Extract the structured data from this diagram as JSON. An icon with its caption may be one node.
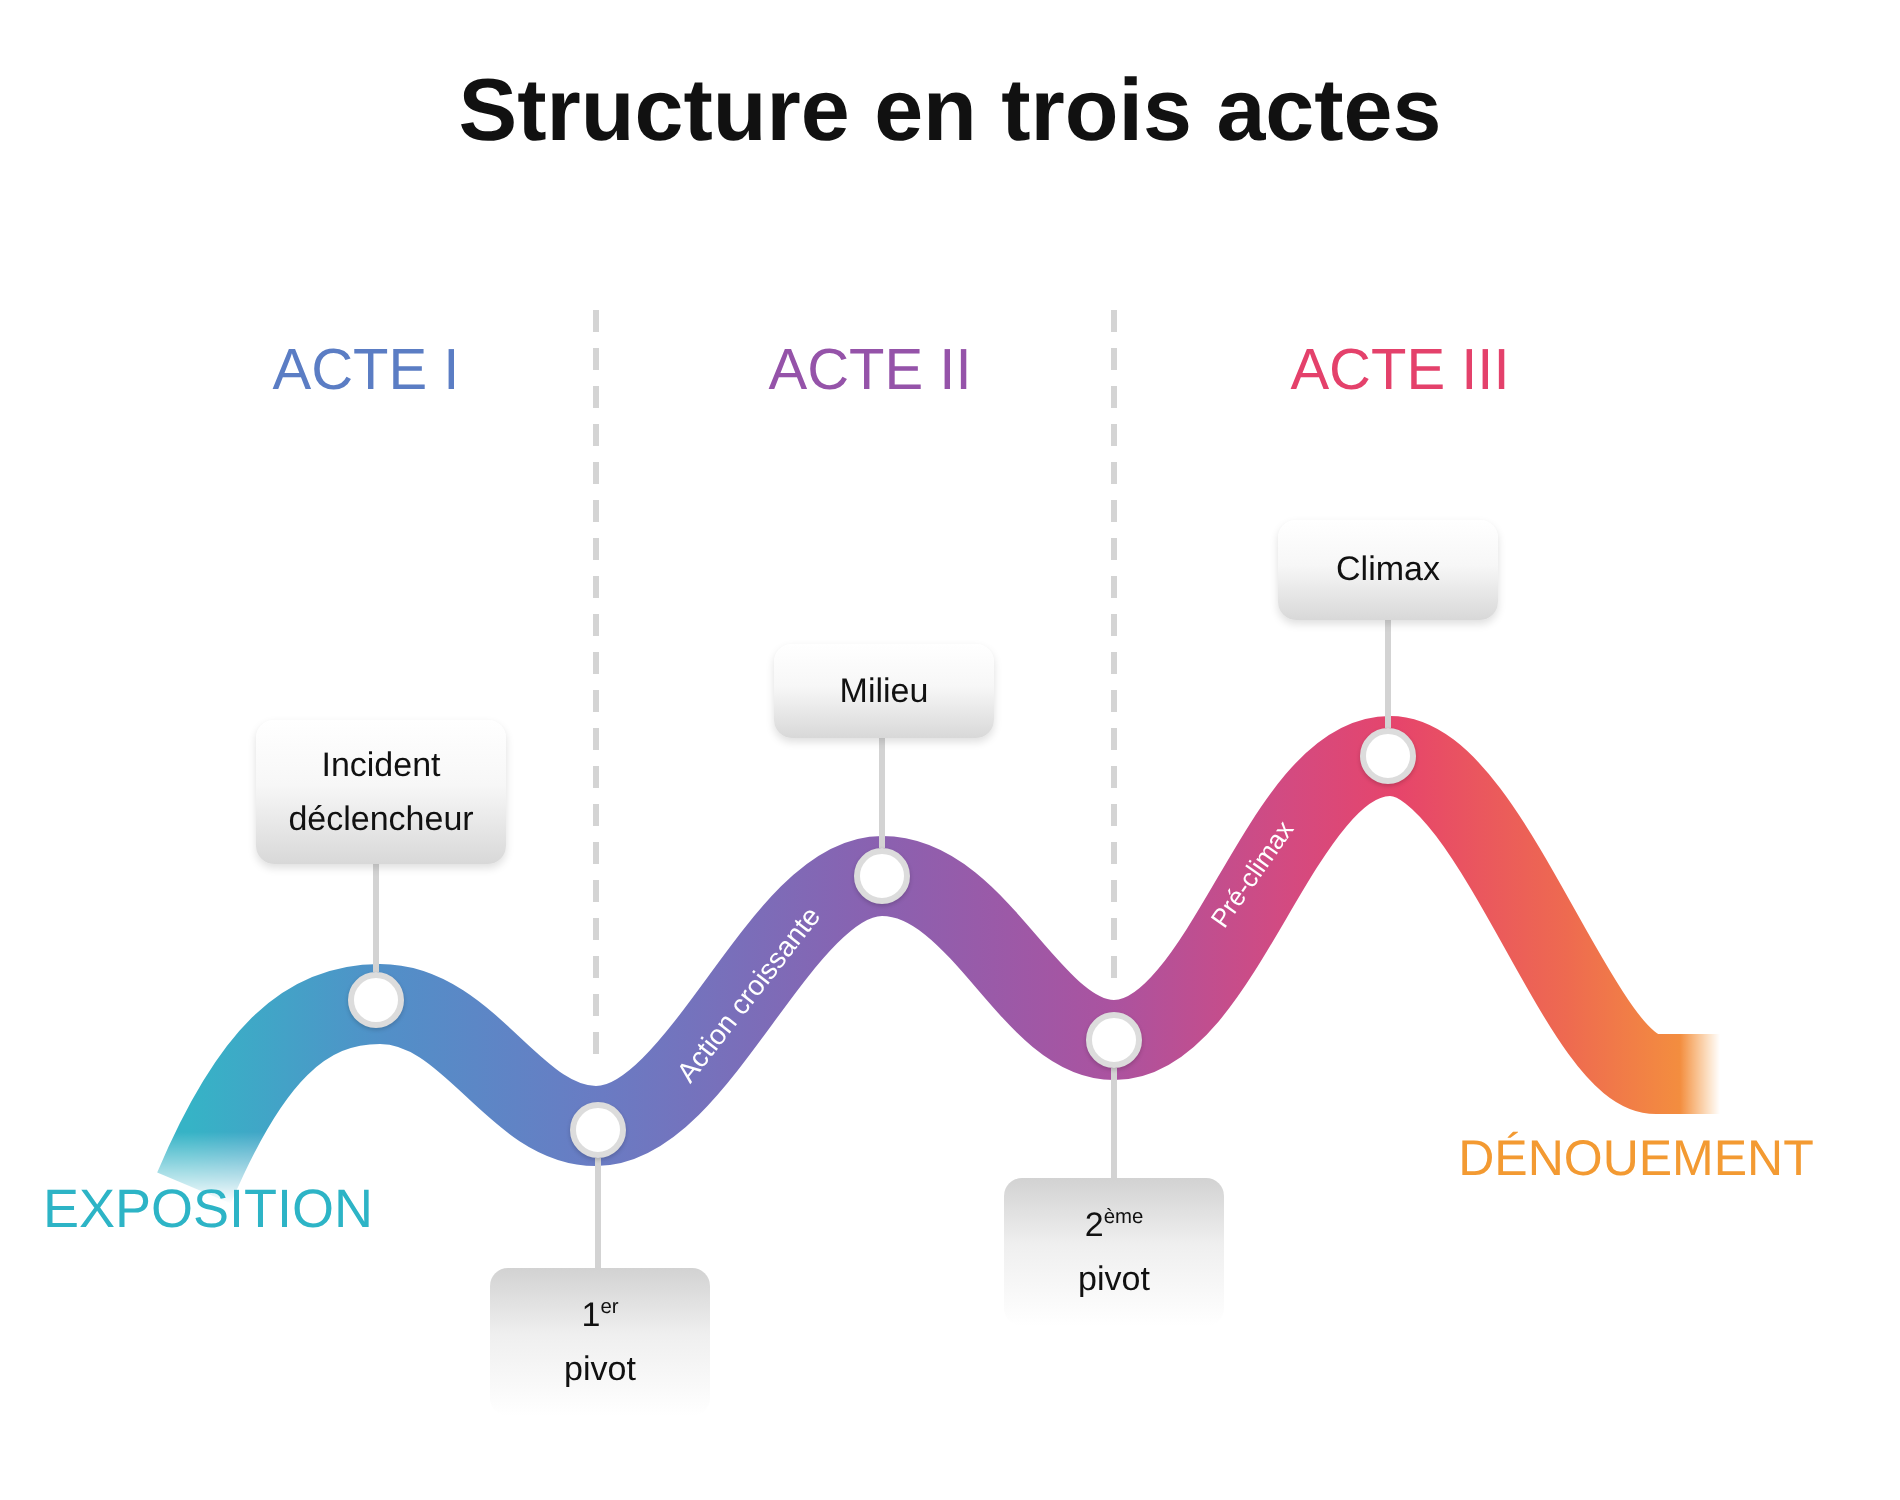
{
  "diagram": {
    "title": "Structure en trois actes",
    "nodes": [
      {
        "text": [
          "Incident déclencheur"
        ]
      },
      {
        "text": [
          "1$^{er}$ pivot"
        ]
      },
      {
        "text": [
          "Milieu"
        ]
      },
      {
        "text": [
          "2$^{ème}$ pivot"
        ]
      },
      {
        "text": [
          "Climax"
        ]
      },
      {
        "text": [],
        "shape": "circle"
      },
      {
        "text": [],
        "shape": "circle"
      },
      {
        "text": [],
        "shape": "circle"
      },
      {
        "text": [],
        "shape": "circle"
      },
      {
        "text": [],
        "shape": "circle"
      }
    ],
    "edges": [
      {
        "from": 0,
        "to": 5,
        "arrow": "none"
      },
      {
        "from": 1,
        "to": 6,
        "arrow": "none"
      },
      {
        "from": 2,
        "to": 7,
        "arrow": "none"
      },
      {
        "from": 3,
        "to": 8,
        "arrow": "none"
      },
      {
        "from": 4,
        "to": 9,
        "arrow": "none"
      }
    ],
    "labels": [
      "ACTE I",
      "ACTE II",
      "ACTE III",
      "Action croissante",
      "Pré-climax",
      "EXPOSITION",
      "DÉNOUEMENT"
    ]
  }
}
